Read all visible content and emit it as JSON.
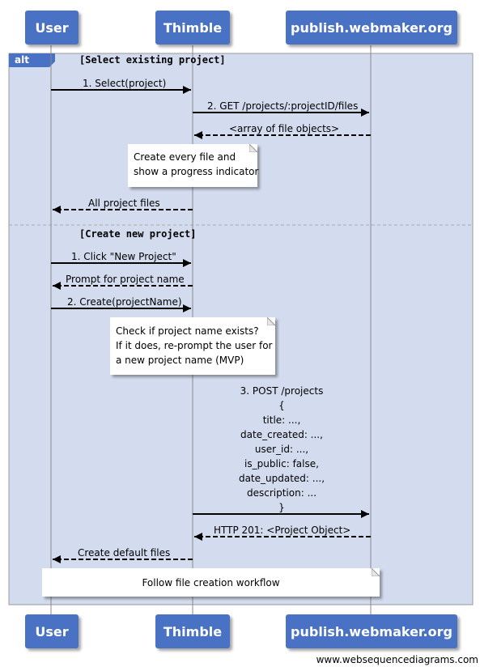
{
  "actors": [
    {
      "id": "user",
      "label": "User"
    },
    {
      "id": "thimble",
      "label": "Thimble"
    },
    {
      "id": "publish",
      "label": "publish.webmaker.org"
    }
  ],
  "alt": {
    "tag": "alt",
    "section1_guard": "[Select existing project]",
    "section2_guard": "[Create new project]"
  },
  "messages": {
    "m1": "1. Select(project)",
    "m2": "2. GET /projects/:projectID/files",
    "m3": "<array of file objects>",
    "m4": "All project files",
    "m5": "1. Click \"New Project\"",
    "m6": "Prompt for project name",
    "m7": "2. Create(projectName)",
    "m8_lines": [
      "3. POST /projects",
      "{",
      "title: ...,",
      "date_created: ...,",
      "user_id: ...,",
      "is_public: false,",
      "date_updated: ...,",
      "description: ...",
      "}"
    ],
    "m9": "HTTP 201: <Project Object>",
    "m10": "Create default files"
  },
  "notes": {
    "n1": [
      "Create every file and",
      "show a progress indicator"
    ],
    "n2": [
      "Check if project name exists?",
      "If it does, re-prompt the user for",
      "a new project name (MVP)"
    ],
    "n3": "Follow file creation workflow"
  },
  "watermark": "www.websequencediagrams.com"
}
